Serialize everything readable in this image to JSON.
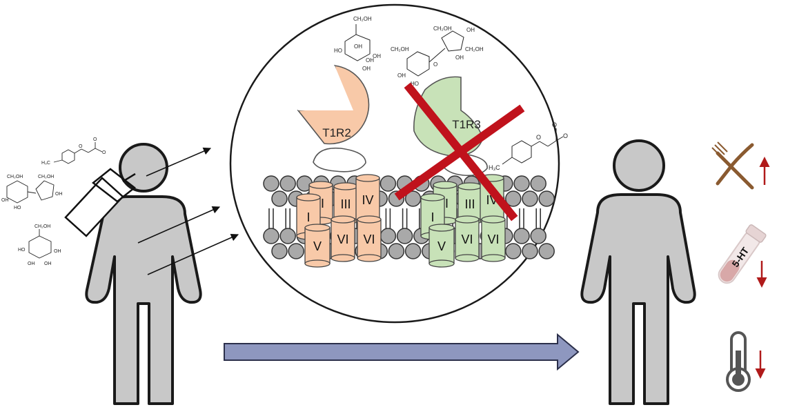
{
  "receptors": {
    "left": {
      "label": "T1R2",
      "color": "#f8c9a8"
    },
    "right": {
      "label": "T1R3",
      "color": "#c8e2b8",
      "blocked": true
    }
  },
  "helices": {
    "left": [
      "I",
      "II",
      "III",
      "IV",
      "V",
      "VI",
      "VI"
    ],
    "right": [
      "I",
      "II",
      "III",
      "IV",
      "V",
      "VI",
      "VI"
    ]
  },
  "chem_labels": {
    "glucose": [
      "CH₂OH",
      "OH",
      "OH",
      "HO",
      "OH",
      "OH"
    ],
    "sucrose": [
      "CH₂OH",
      "OH",
      "HO",
      "CH₂OH",
      "OH",
      "OH",
      "O",
      "CH₂OH"
    ],
    "lactisole": [
      "H₃C",
      "O",
      "O",
      "O"
    ]
  },
  "effects": [
    {
      "name": "appetite",
      "icon": "fork-knife-icon",
      "direction": "up"
    },
    {
      "name": "serotonin",
      "icon": "blood-tube-icon",
      "label": "5-HT",
      "direction": "down"
    },
    {
      "name": "temperature",
      "icon": "thermometer-icon",
      "direction": "down"
    }
  ],
  "colors": {
    "figure": "#c8c8c8",
    "outline": "#1a1a1a",
    "process_arrow": "#8e97bf",
    "cross": "#c0121c",
    "effect_arrow": "#b01a1a",
    "lipid": "#a9a9a9"
  }
}
